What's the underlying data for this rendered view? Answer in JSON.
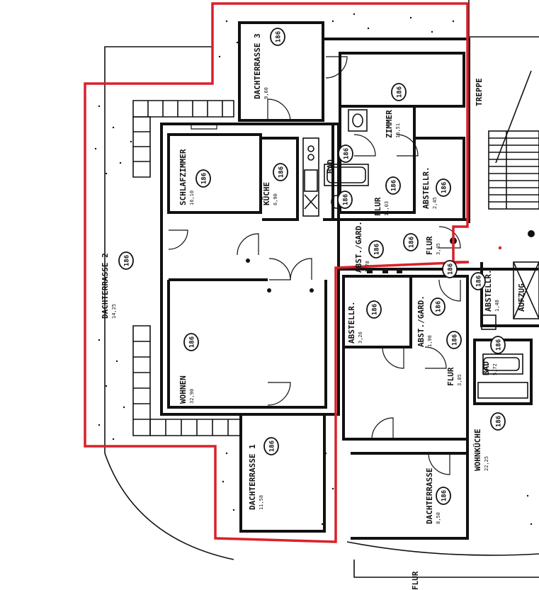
{
  "colors": {
    "outline": "#d9202a",
    "ink": "#111111",
    "paper": "#ffffff"
  },
  "tag": "186",
  "rooms": [
    {
      "id": "dachterrasse-3",
      "label": "DACHTERRASSE 3",
      "area": "9,60"
    },
    {
      "id": "dachterrasse-2",
      "label": "DACHTERRASSE 2",
      "area": "14,25"
    },
    {
      "id": "dachterrasse-1",
      "label": "DACHTERRASSE 1",
      "area": "11,58"
    },
    {
      "id": "dachterrasse-right",
      "label": "DACHTERRASSE",
      "area": "8,50"
    },
    {
      "id": "schlafzimmer",
      "label": "SCHLAFZIMMER",
      "area": "16,10"
    },
    {
      "id": "kueche",
      "label": "KÜCHE",
      "area": "6,90"
    },
    {
      "id": "flur-1",
      "label": "FLUR",
      "area": "11,03"
    },
    {
      "id": "flur-2",
      "label": "FLUR",
      "area": "3,45"
    },
    {
      "id": "flur-3",
      "label": "FLUR",
      "area": "3,85"
    },
    {
      "id": "abst-gard-1",
      "label": "ABST./GARD.",
      "area": "1,78"
    },
    {
      "id": "abst-gard-2",
      "label": "ABST./GARD.",
      "area": "1,98"
    },
    {
      "id": "abstellr-1",
      "label": "ABSTELLR.",
      "area": "2,45"
    },
    {
      "id": "abstellr-2",
      "label": "ABSTELLR.",
      "area": "3,26"
    },
    {
      "id": "abstellr-3",
      "label": "ABSTELLR.",
      "area": "1,48"
    },
    {
      "id": "wohnen",
      "label": "WOHNEN",
      "area": "32,90"
    },
    {
      "id": "wohnkueche",
      "label": "WOHNKÜCHE",
      "area": "22,25"
    },
    {
      "id": "zimmer",
      "label": "ZIMMER",
      "area": "16,51"
    },
    {
      "id": "bad-1",
      "label": "BAD",
      "area": "4,86"
    },
    {
      "id": "bad-2",
      "label": "BAD",
      "area": "5,72"
    },
    {
      "id": "treppe",
      "label": "TREPPE",
      "area": ""
    },
    {
      "id": "aufzug",
      "label": "AUFZUG",
      "area": ""
    },
    {
      "id": "bottom-text",
      "label": "FLUR",
      "area": ""
    }
  ]
}
